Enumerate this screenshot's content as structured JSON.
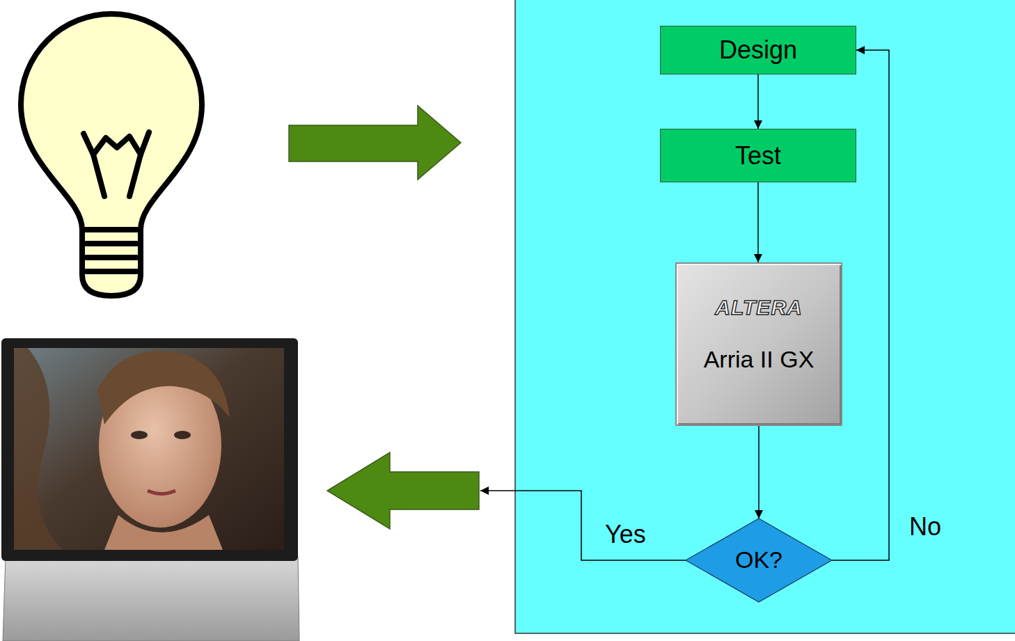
{
  "diagram": {
    "nodes": [
      {
        "text": [
          "Design"
        ]
      },
      {
        "text": [
          "Test"
        ]
      },
      {
        "text": [
          "ALTERA",
          "Arria II GX"
        ]
      },
      {
        "text": [
          "OK?"
        ]
      }
    ],
    "edges": [
      {
        "from": 0,
        "to": 1,
        "arrow": "to"
      },
      {
        "from": 1,
        "to": 2,
        "arrow": "to"
      },
      {
        "from": 2,
        "to": 3,
        "arrow": "to"
      },
      {
        "from": 3,
        "to": 0,
        "label": "No",
        "arrow": "to"
      }
    ],
    "labels": [
      "Yes"
    ]
  }
}
